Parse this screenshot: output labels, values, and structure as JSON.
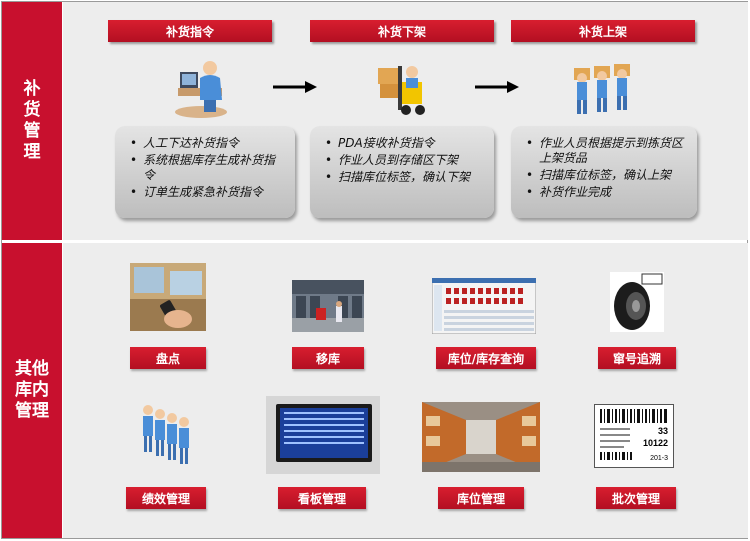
{
  "sections": {
    "replenishment": "补\n货\n管\n理",
    "other": "其他\n库内\n管理"
  },
  "steps": [
    {
      "title": "补货指令",
      "bullets": [
        "人工下达补货指令",
        "系统根据库存生成补货指令",
        "订单生成紧急补货指令"
      ],
      "icon": "operator-at-computer-icon"
    },
    {
      "title": "补货下架",
      "bullets": [
        "PDA接收补货指令",
        "作业人员到存储区下架",
        "扫描库位标签，确认下架"
      ],
      "icon": "forklift-worker-icon"
    },
    {
      "title": "补货上架",
      "bullets": [
        "作业人员根据提示到拣货区上架货品",
        "扫描库位标签，确认上架",
        "补货作业完成"
      ],
      "icon": "workers-carrying-boxes-icon"
    }
  ],
  "functions": [
    {
      "label": "盘点",
      "image": "handheld-scanner-photo"
    },
    {
      "label": "移库",
      "image": "warehouse-forklift-photo"
    },
    {
      "label": "库位/库存查询",
      "image": "inventory-query-screenshot"
    },
    {
      "label": "窜号追溯",
      "image": "tire-photo"
    },
    {
      "label": "绩效管理",
      "image": "performance-people-icon"
    },
    {
      "label": "看板管理",
      "image": "dashboard-monitor-photo"
    },
    {
      "label": "库位管理",
      "image": "warehouse-aisle-photo"
    },
    {
      "label": "批次管理",
      "image": "barcode-label-image"
    }
  ],
  "barcode_label": {
    "line1": "33",
    "line2": "10122",
    "line3": "201-3"
  },
  "colors": {
    "accent": "#c8102e",
    "panel": "#ededed"
  }
}
